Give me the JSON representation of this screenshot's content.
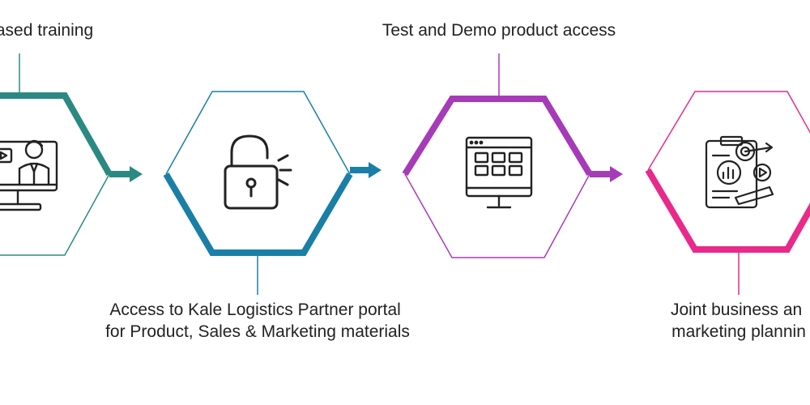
{
  "steps": [
    {
      "label_lines": [
        "ased training"
      ],
      "color": "#2a8a82",
      "icon": "online-training-icon"
    },
    {
      "label_lines": [
        "Access to Kale Logistics Partner portal",
        "for Product, Sales & Marketing materials"
      ],
      "color": "#1a7fa6",
      "icon": "unlocked-padlock-icon"
    },
    {
      "label_lines": [
        "Test and Demo product access"
      ],
      "color": "#a63bb8",
      "icon": "monitor-dashboard-icon"
    },
    {
      "label_lines": [
        "Joint business an",
        "marketing plannin"
      ],
      "color": "#e82a8a",
      "icon": "marketing-plan-icon"
    }
  ],
  "colors": {
    "label_text": "#222222",
    "icon_stroke": "#222222"
  }
}
